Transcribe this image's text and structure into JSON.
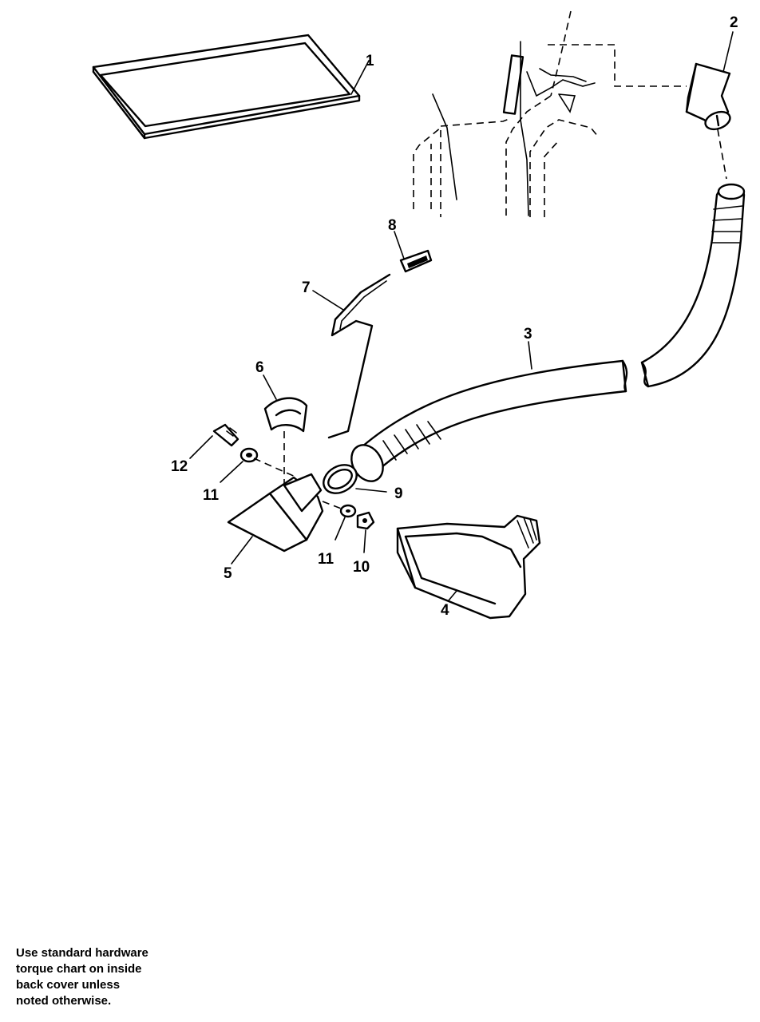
{
  "callouts": [
    "1",
    "2",
    "3",
    "4",
    "5",
    "6",
    "7",
    "8",
    "9",
    "10",
    "11",
    "11",
    "12"
  ],
  "note": {
    "lines": [
      "Use standard hardware",
      "torque chart on inside",
      "back cover unless",
      "noted otherwise."
    ]
  }
}
